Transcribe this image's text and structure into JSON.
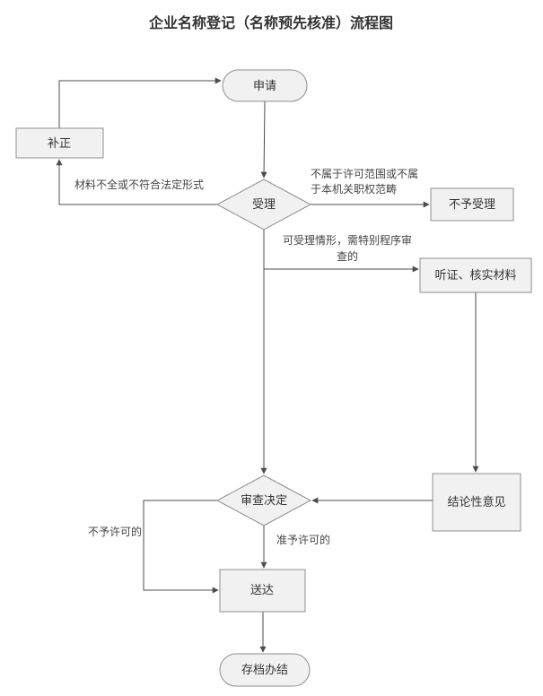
{
  "title": "企业名称登记（名称预先核准）流程图",
  "nodes": {
    "apply": "申请",
    "correction": "补正",
    "acceptance": "受理",
    "not_accepted": "不予受理",
    "hearing": "听证、核实材料",
    "review_decision": "审查决定",
    "conclusive_opinion": "结论性意见",
    "delivery": "送达",
    "archive": "存档办结"
  },
  "edge_labels": {
    "materials_incomplete": "材料不全或不符合法定形式",
    "out_of_scope_line1": "不属于许可范围或不属",
    "out_of_scope_line2": "于本机关职权范畴",
    "special_procedure_line1": "可受理情形，需特别程序审",
    "special_procedure_line2": "查的",
    "not_permitted": "不予许可的",
    "permitted": "准予许可的"
  },
  "colors": {
    "node_fill": "#f1f1f1",
    "node_stroke": "#8f8f8f",
    "edge_line": "#4d4d4d",
    "text": "#333333",
    "label_text": "#444444",
    "background": "#ffffff"
  }
}
